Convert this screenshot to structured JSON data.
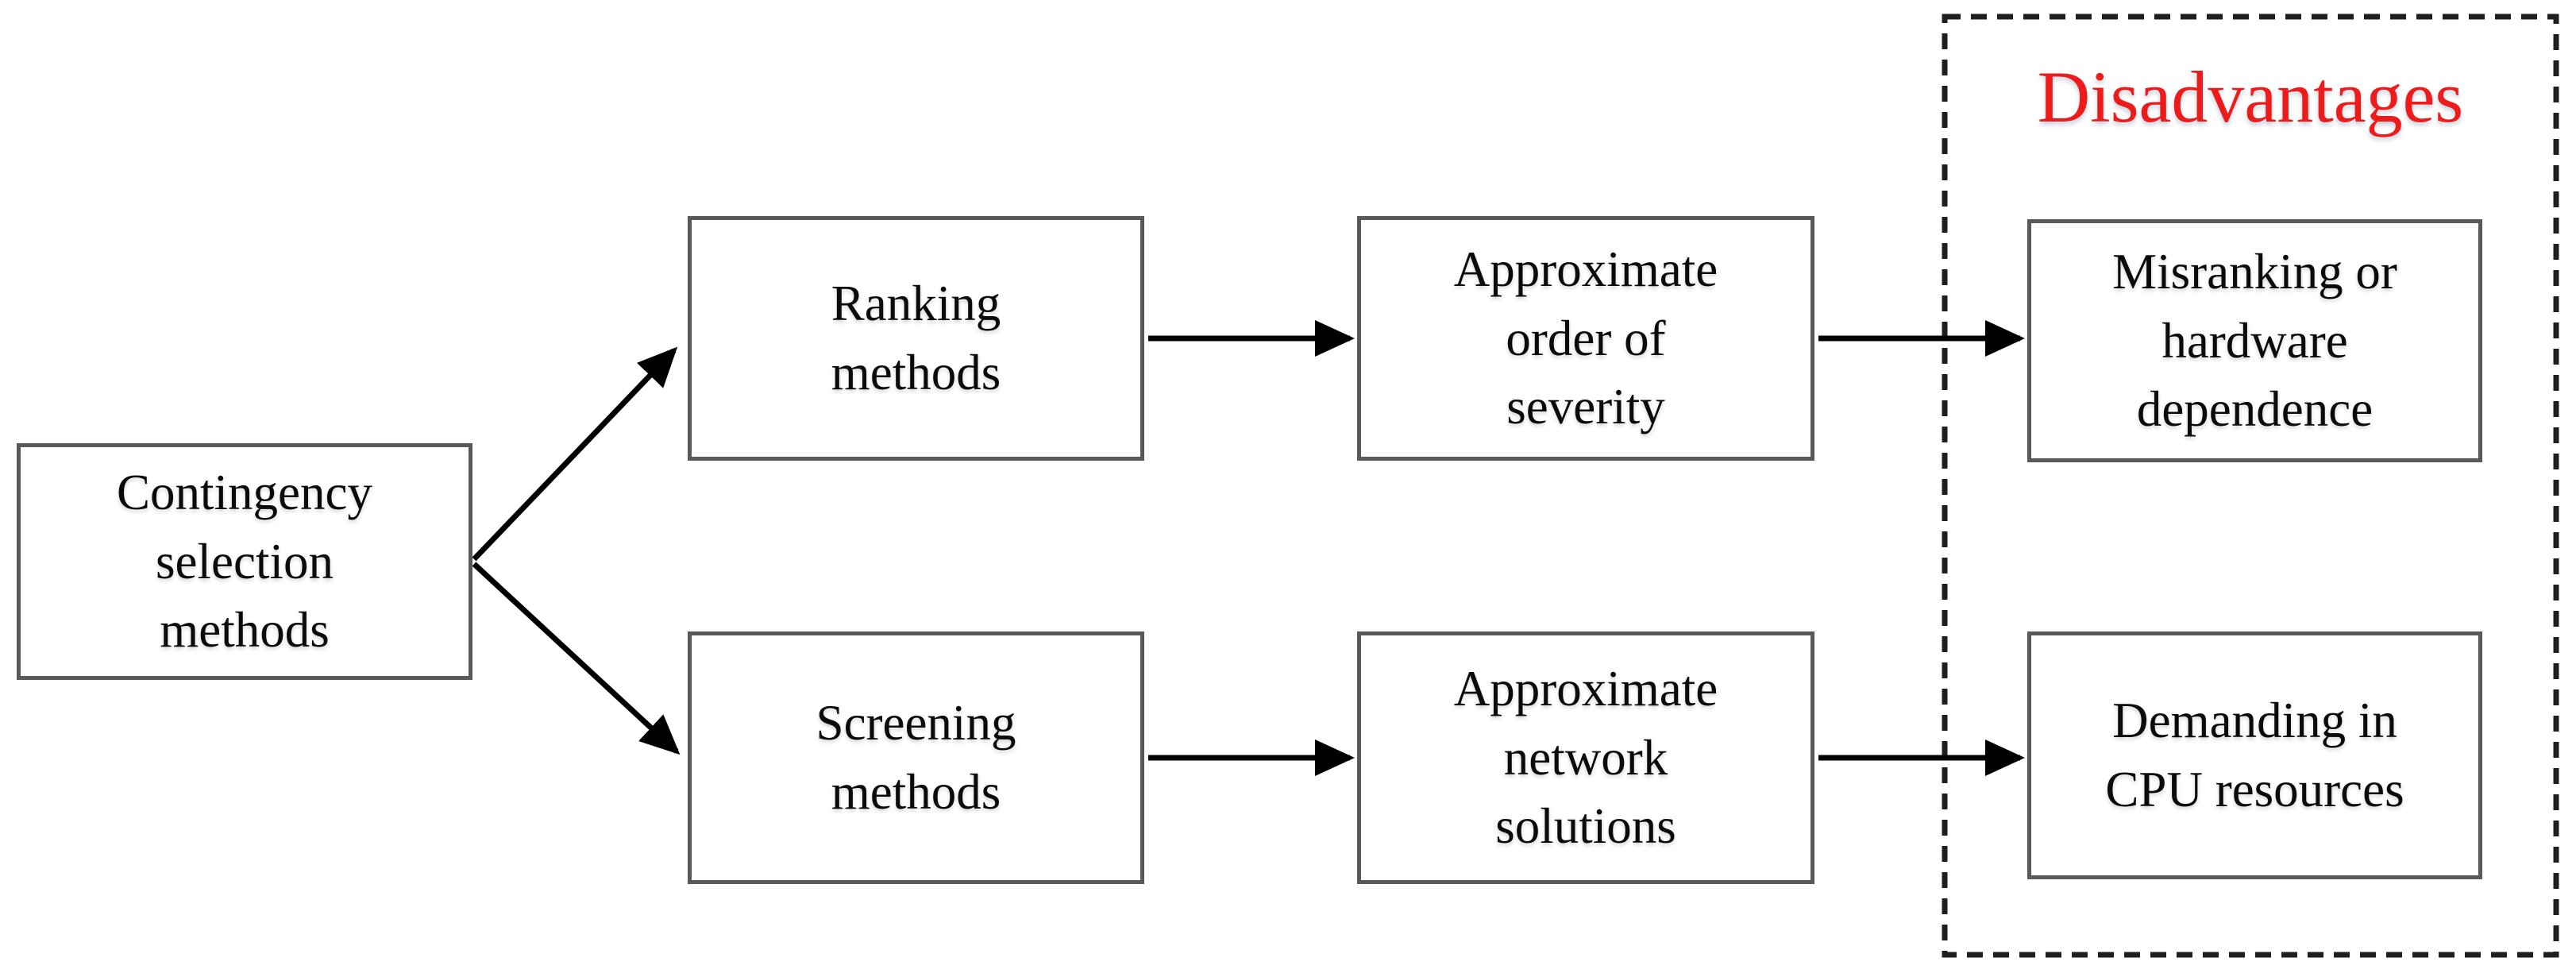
{
  "colors": {
    "title": "#ed1c1c",
    "box_border": "#58595b",
    "dashed_border": "#1f1f1f",
    "arrow": "#000000",
    "text": "#0b0b0b",
    "background": "#ffffff"
  },
  "diagram": {
    "title": "Disadvantages",
    "nodes": {
      "contingency": {
        "label": "Contingency\nselection\nmethods"
      },
      "ranking": {
        "label": "Ranking\nmethods"
      },
      "screening": {
        "label": "Screening\nmethods"
      },
      "severity": {
        "label": "Approximate\norder of\nseverity"
      },
      "network": {
        "label": "Approximate\nnetwork\nsolutions"
      },
      "misranking": {
        "label": "Misranking or\nhardware\ndependence"
      },
      "demanding": {
        "label": "Demanding in\nCPU resources"
      }
    },
    "edges": [
      {
        "from": "contingency",
        "to": "ranking"
      },
      {
        "from": "contingency",
        "to": "screening"
      },
      {
        "from": "ranking",
        "to": "severity"
      },
      {
        "from": "severity",
        "to": "misranking"
      },
      {
        "from": "screening",
        "to": "network"
      },
      {
        "from": "network",
        "to": "demanding"
      }
    ]
  }
}
